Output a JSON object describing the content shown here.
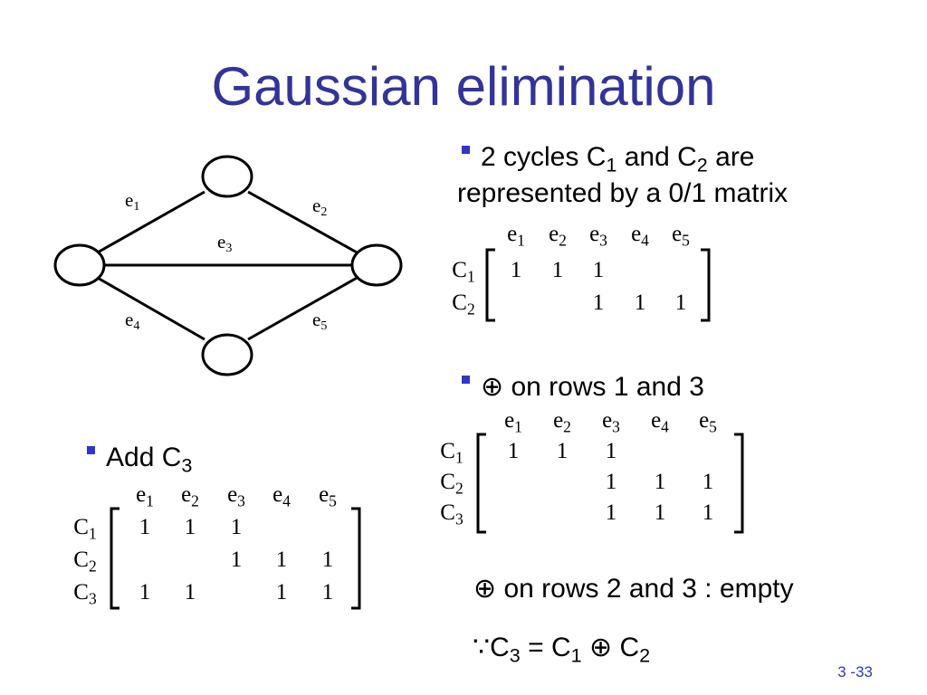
{
  "title": "Gaussian elimination",
  "graph": {
    "edges": [
      {
        "label": "e",
        "sub": "1"
      },
      {
        "label": "e",
        "sub": "2"
      },
      {
        "label": "e",
        "sub": "3"
      },
      {
        "label": "e",
        "sub": "4"
      },
      {
        "label": "e",
        "sub": "5"
      }
    ]
  },
  "bullet1": {
    "text_a": "2 cycles C",
    "sub_a": "1",
    "text_b": " and C",
    "sub_b": "2",
    "text_c": " are",
    "line2": "represented by a 0/1 matrix"
  },
  "matrix1": {
    "cols": [
      [
        "e",
        "1"
      ],
      [
        "e",
        "2"
      ],
      [
        "e",
        "3"
      ],
      [
        "e",
        "4"
      ],
      [
        "e",
        "5"
      ]
    ],
    "rows": [
      {
        "label": [
          "C",
          "1"
        ],
        "cells": [
          "1",
          "1",
          "1",
          "",
          ""
        ]
      },
      {
        "label": [
          "C",
          "2"
        ],
        "cells": [
          "",
          "",
          "1",
          "1",
          "1"
        ]
      }
    ]
  },
  "bullet2": {
    "symbol": "⊕",
    "text": " on rows 1 and 3"
  },
  "matrix2": {
    "cols": [
      [
        "e",
        "1"
      ],
      [
        "e",
        "2"
      ],
      [
        "e",
        "3"
      ],
      [
        "e",
        "4"
      ],
      [
        "e",
        "5"
      ]
    ],
    "rows": [
      {
        "label": [
          "C",
          "1"
        ],
        "cells": [
          "1",
          "1",
          "1",
          "",
          ""
        ]
      },
      {
        "label": [
          "C",
          "2"
        ],
        "cells": [
          "",
          "",
          "1",
          "1",
          "1"
        ]
      },
      {
        "label": [
          "C",
          "3"
        ],
        "cells": [
          "",
          "",
          "1",
          "1",
          "1"
        ]
      }
    ]
  },
  "bullet3": {
    "text": "Add C",
    "sub": "3"
  },
  "matrix3": {
    "cols": [
      [
        "e",
        "1"
      ],
      [
        "e",
        "2"
      ],
      [
        "e",
        "3"
      ],
      [
        "e",
        "4"
      ],
      [
        "e",
        "5"
      ]
    ],
    "rows": [
      {
        "label": [
          "C",
          "1"
        ],
        "cells": [
          "1",
          "1",
          "1",
          "",
          ""
        ]
      },
      {
        "label": [
          "C",
          "2"
        ],
        "cells": [
          "",
          "",
          "1",
          "1",
          "1"
        ]
      },
      {
        "label": [
          "C",
          "3"
        ],
        "cells": [
          "1",
          "1",
          "",
          "1",
          "1"
        ]
      }
    ]
  },
  "note1": {
    "symbol": "⊕",
    "text": " on rows 2 and 3 : empty"
  },
  "note2": {
    "because": "∵",
    "c3": "C",
    "c3_sub": "3",
    "eq": " = ",
    "c1": "C",
    "c1_sub": "1",
    "op": " ⊕ ",
    "c2": "C",
    "c2_sub": "2"
  },
  "page_number": "3 -33",
  "colors": {
    "title": "#333399",
    "bullet": "#3333cc",
    "text": "#000000"
  }
}
